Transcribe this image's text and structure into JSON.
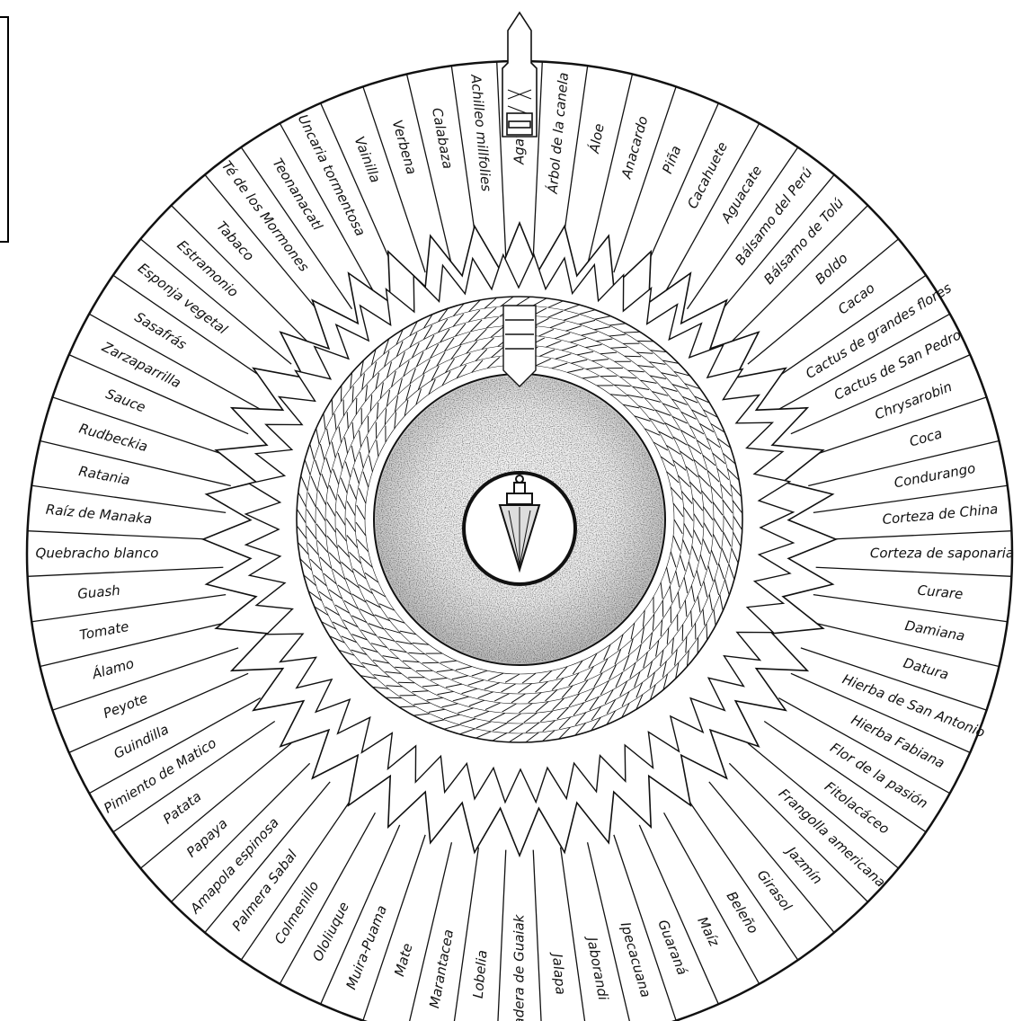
{
  "diagram": {
    "segments": [
      "Agaváceo",
      "Árbol de la canela",
      "Áloe",
      "Anacardo",
      "Piña",
      "Cacahuete",
      "Aguacate",
      "Bálsamo del Perú",
      "Bálsamo de Tolú",
      "Boldo",
      "Cacao",
      "Cactus de grandes flores",
      "Cactus de San Pedro",
      "Chrysarobin",
      "Coca",
      "Condurango",
      "Corteza de China",
      "Corteza de saponaria",
      "Curare",
      "Damiana",
      "Datura",
      "Hierba de San Antonio",
      "Hierba Fabiana",
      "Flor de la pasión",
      "Fitolacáceo",
      "Frangolla americana",
      "Jazmín",
      "Girasol",
      "Beleño",
      "Maíz",
      "Guaraná",
      "Ipecacuana",
      "Jaborandi",
      "Jalapa",
      "Madera de Guaiak",
      "Lobelia",
      "Marantacea",
      "Mate",
      "Muira-Puama",
      "Ololiuque",
      "Colmenillo",
      "Palmera Sabal",
      "Amapola espinosa",
      "Papaya",
      "Patata",
      "Pimiento de Matico",
      "Guindilla",
      "Peyote",
      "Álamo",
      "Tomate",
      "Guash",
      "Quebracho blanco",
      "Raíz de Manaka",
      "Ratania",
      "Rudbeckia",
      "Sauce",
      "Zarzaparrilla",
      "Sasafrás",
      "Esponja vegetal",
      "Estramonio",
      "Tabaco",
      "Té de los Mormones",
      "Teonanacatl",
      "Uncaria tormentosa",
      "Vainilla",
      "Verbena",
      "Calabaza",
      "Achilleo millfolies"
    ],
    "colors": {
      "ink": "#111111",
      "background": "#ffffff",
      "stipple": "#555555"
    },
    "icons": [
      "pendulum-icon",
      "pointer-arrow-icon"
    ]
  }
}
